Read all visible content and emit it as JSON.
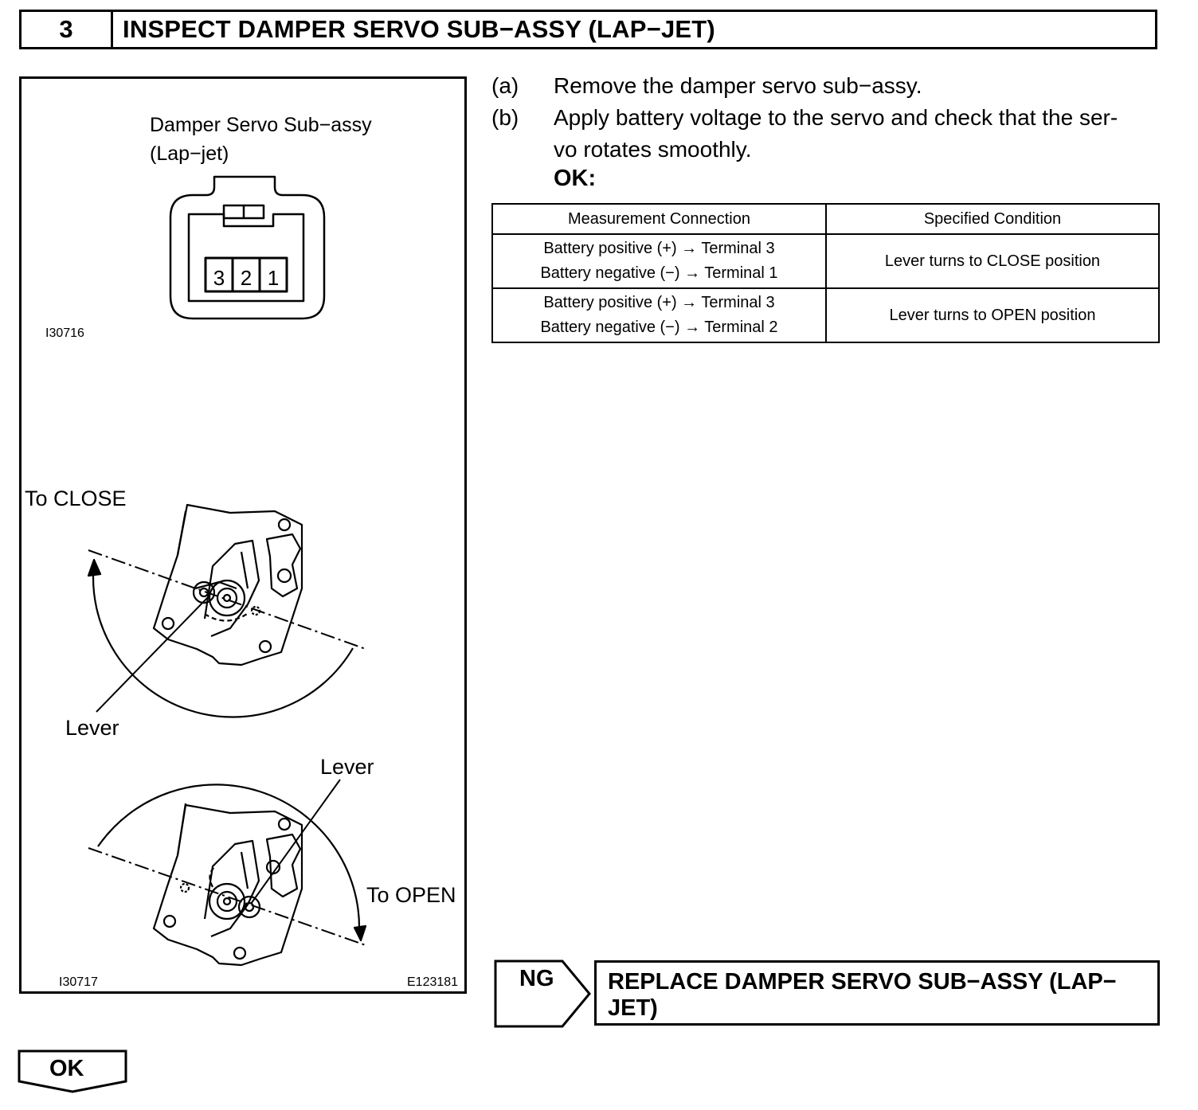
{
  "header": {
    "step_number": "3",
    "title": "INSPECT DAMPER SERVO SUB−ASSY (LAP−JET)"
  },
  "figure": {
    "connector_title_line1": "Damper Servo Sub−assy",
    "connector_title_line2": "(Lap−jet)",
    "terminals": [
      "3",
      "2",
      "1"
    ],
    "code_top": "I30716",
    "label_to_close": "To CLOSE",
    "label_lever_1": "Lever",
    "label_lever_2": "Lever",
    "label_to_open": "To OPEN",
    "code_bottom_left": "I30717",
    "code_bottom_right": "E123181"
  },
  "instructions": {
    "a_label": "(a)",
    "a_text": "Remove the damper servo sub−assy.",
    "b_label": "(b)",
    "b_text_line1": "Apply battery voltage to the servo and check that the ser-",
    "b_text_line2": "vo rotates smoothly.",
    "ok_label": "OK:"
  },
  "table": {
    "headers": [
      "Measurement Connection",
      "Specified Condition"
    ],
    "rows": [
      {
        "line1": "Battery positive (+) → Terminal 3",
        "line2": "Battery negative (−) → Terminal 1",
        "condition": "Lever turns to CLOSE position"
      },
      {
        "line1": "Battery positive (+) → Terminal 3",
        "line2": "Battery negative (−) → Terminal 2",
        "condition": "Lever turns to OPEN position"
      }
    ]
  },
  "ng": {
    "label": "NG",
    "result_line1": "REPLACE DAMPER SERVO SUB−ASSY (LAP−",
    "result_line2": "JET)"
  },
  "ok_arrow": {
    "label": "OK"
  }
}
